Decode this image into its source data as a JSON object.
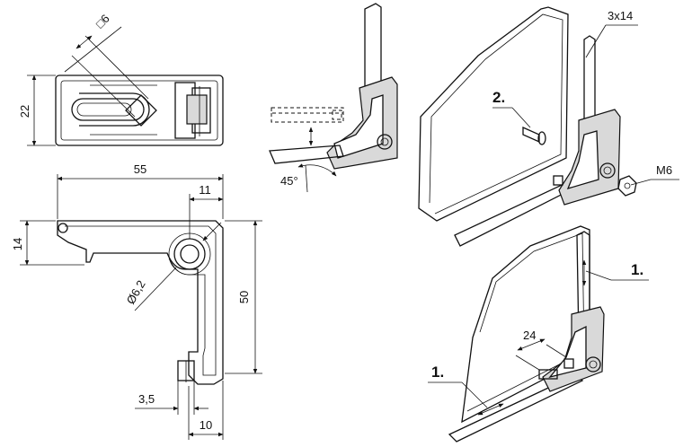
{
  "top_view": {
    "height_label": "22",
    "square_label": "□6"
  },
  "front_view": {
    "width_label": "55",
    "offset_label": "11",
    "side_label": "14",
    "bore_label": "Ø6,2",
    "height_label": "50",
    "slot_label": "3,5",
    "leg_label": "10"
  },
  "adjust_view": {
    "angle_label": "45°"
  },
  "assembly": {
    "screw_label": "3x14",
    "nut_label": "M6",
    "step2_label": "2."
  },
  "install": {
    "step1_right_label": "1.",
    "step1_left_label": "1.",
    "spacing_label": "24"
  }
}
